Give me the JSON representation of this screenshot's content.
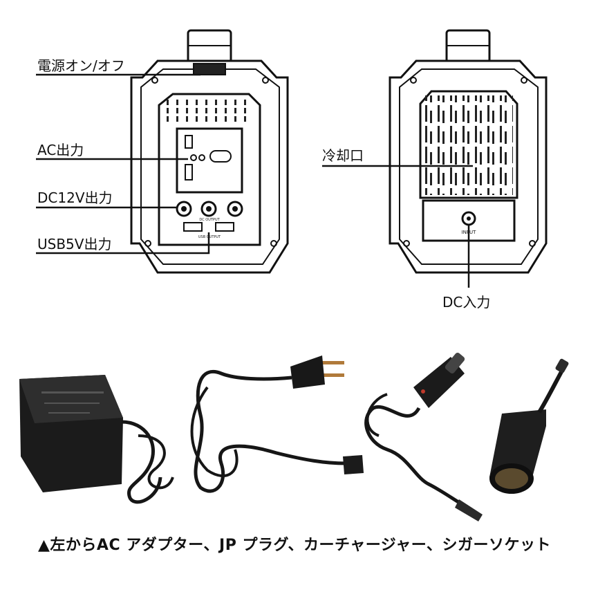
{
  "callouts": {
    "power_switch": "電源オン/オフ",
    "ac_output": "AC出力",
    "dc12v_output": "DC12V出力",
    "usb5v_output": "USB5V出力",
    "cooling_vent": "冷却口",
    "dc_input": "DC入力"
  },
  "panel_labels": {
    "dc_output": "DC OUTPUT",
    "usb_output": "USB OUTPUT",
    "input": "INPUT"
  },
  "caption": "▲左からAC アダプター、JP プラグ、カーチャージャー、シガーソケット",
  "accessories": [
    "ac-adapter",
    "jp-plug-cable",
    "car-charger",
    "cigar-socket"
  ]
}
